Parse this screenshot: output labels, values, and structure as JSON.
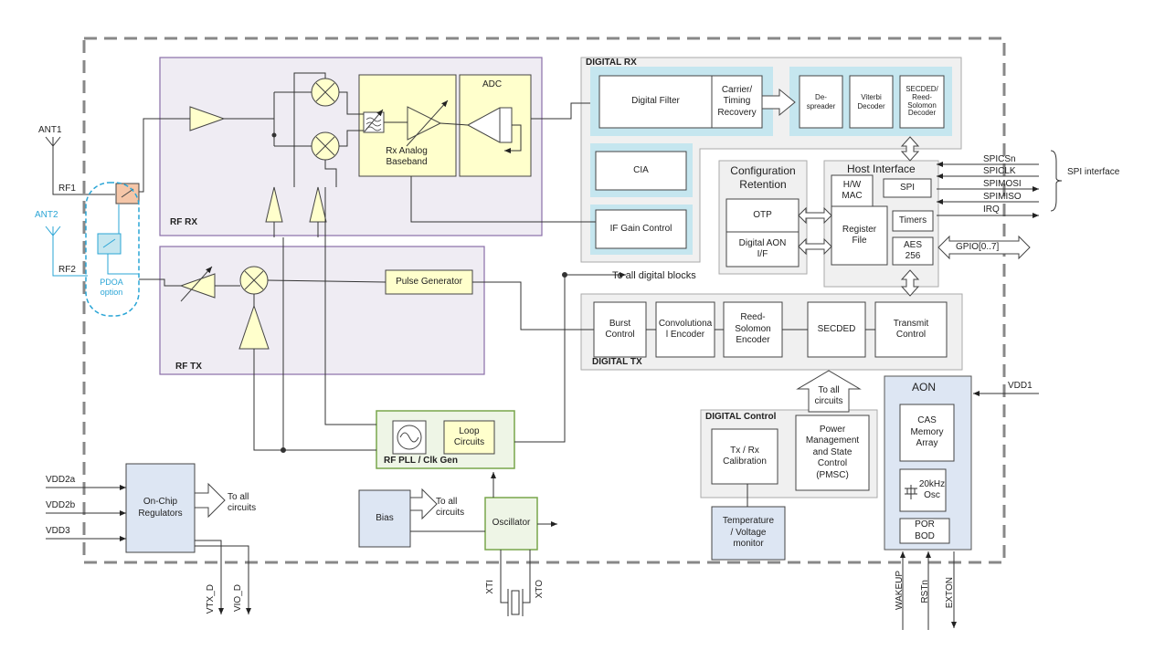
{
  "colors": {
    "outline_dash": "#888888",
    "rf_section_fill": "#efecf3",
    "rf_section_border": "#8a6fa8",
    "yellow_fill": "#ffffcc",
    "digital_panel_fill": "#f0f0f0",
    "digital_inner_fill": "#c5e6ef",
    "blue_box_fill": "#dde6f3",
    "pll_fill": "#eef5e6",
    "pll_border": "#79a64c",
    "pdoa_color": "#2aa5d6",
    "switch_fill": "#f5c6a8"
  },
  "rf_rx": {
    "title": "RF RX",
    "adc_label": "ADC",
    "baseband_label": "Rx Analog\nBaseband"
  },
  "rf_tx": {
    "title": "RF TX",
    "pulse_generator": "Pulse Generator"
  },
  "antennas": {
    "ant1": "ANT1",
    "ant2": "ANT2",
    "rf1": "RF1",
    "rf2": "RF2",
    "pdoa_label": "PDOA\noption"
  },
  "digital_rx": {
    "title": "DIGITAL RX",
    "digital_filter": "Digital Filter",
    "carrier_timing": "Carrier/\nTiming\nRecovery",
    "despreader": "De-\nspreader",
    "viterbi": "Viterbi\nDecoder",
    "secded_rs": "SECDED/\nReed-\nSolomon\nDecoder",
    "cia": "CIA",
    "if_gain": "IF Gain Control"
  },
  "config": {
    "title": "Configuration\nRetention",
    "otp": "OTP",
    "aon_if": "Digital AON\nI/F"
  },
  "host": {
    "title": "Host Interface",
    "hw_mac": "H/W\nMAC",
    "spi": "SPI",
    "register_file": "Register\nFile",
    "timers": "Timers",
    "aes": "AES\n256"
  },
  "spi_signals": [
    "SPICSn",
    "SPICLK",
    "SPIMOSI",
    "SPIMISO",
    "IRQ"
  ],
  "spi_interface": "SPI interface",
  "gpio": "GPIO[0..7]",
  "to_all_digital": "To all digital blocks",
  "digital_tx": {
    "title": "DIGITAL TX",
    "burst": "Burst\nControl",
    "conv": "Convolutiona\nl Encoder",
    "rs_enc": "Reed-\nSolomon\nEncoder",
    "secded": "SECDED",
    "transmit": "Transmit\nControl"
  },
  "to_all_circuits": "To all\ncircuits",
  "digital_control": {
    "title": "DIGITAL Control",
    "txrx_cal": "Tx / Rx\nCalibration",
    "pmsc": "Power\nManagement\nand State\nControl\n(PMSC)"
  },
  "temp_voltage": "Temperature\n/ Voltage\nmonitor",
  "aon": {
    "title": "AON",
    "vdd1": "VDD1",
    "cas": "CAS\nMemory\nArray",
    "osc": "20kHz\nOsc",
    "por": "POR\nBOD"
  },
  "pins_bottom": [
    "WAKEUP",
    "RSTn",
    "EXTON"
  ],
  "pll": {
    "title": "RF PLL / Clk Gen",
    "loop": "Loop\nCircuits"
  },
  "regulators": {
    "label": "On-Chip\nRegulators",
    "inputs": [
      "VDD2a",
      "VDD2b",
      "VDD3"
    ],
    "outputs": [
      "VTX_D",
      "VIO_D"
    ],
    "to_all": "To all\ncircuits"
  },
  "bias": {
    "label": "Bias",
    "to_all": "To all\ncircuits"
  },
  "oscillator": {
    "label": "Oscillator",
    "xti": "XTI",
    "xto": "XTO"
  }
}
